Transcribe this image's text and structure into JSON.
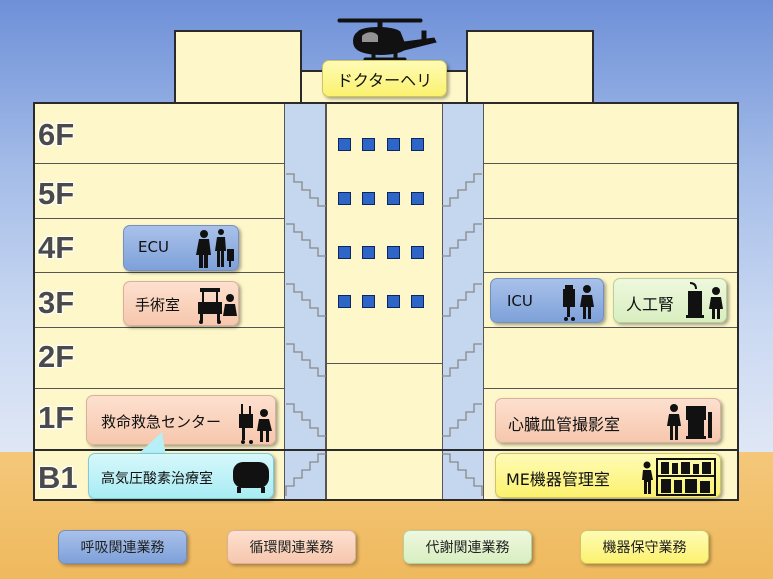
{
  "floors": [
    "6F",
    "5F",
    "4F",
    "3F",
    "2F",
    "1F",
    "B1"
  ],
  "helipad": {
    "label": "ドクターヘリ"
  },
  "rooms": {
    "ecu": "ECU",
    "operating_room": "手術室",
    "emergency_center": "救命救急センター",
    "hyperbaric_room": "高気圧酸素治療室",
    "icu": "ICU",
    "dialysis": "人工腎",
    "angiography_room": "心臓血管撮影室",
    "me_room": "ME機器管理室"
  },
  "legend": {
    "respiratory": "呼吸関連業務",
    "circulatory": "循環関連業務",
    "metabolic": "代謝関連業務",
    "maintenance": "機器保守業務"
  },
  "colors": {
    "respiratory": "#8eaee1",
    "circulatory": "#f8cfb8",
    "metabolic": "#e1f2cc",
    "maintenance": "#fdf58c",
    "hyperbaric": "#b6eff6",
    "building": "#fdf7c9",
    "window": "#2e66c8"
  }
}
